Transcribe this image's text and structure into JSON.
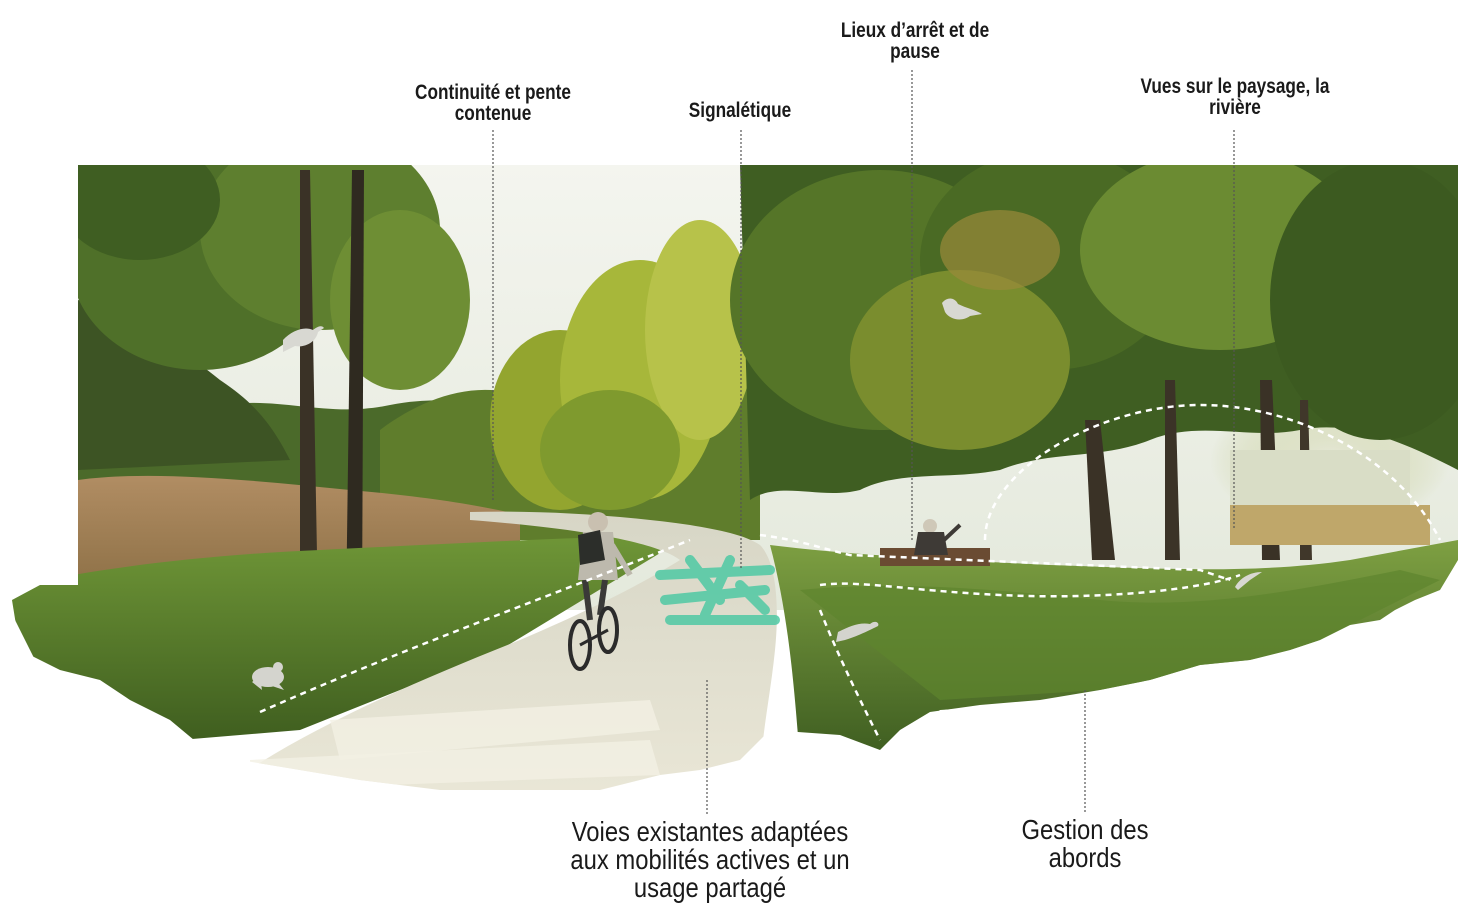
{
  "annotations": {
    "continuite": "Continuité et pente\ncontenue",
    "signaletique": "Signalétique",
    "lieux": "Lieux d’arrêt et de\npause",
    "vues": "Vues sur le paysage, la\nrivière",
    "voies": "Voies existantes adaptées\naux mobilités actives et un\nusage partagé",
    "gestion": "Gestion des\nabords"
  },
  "colors": {
    "sky": "#eef1ea",
    "foliage_dark": "#2f4a1e",
    "foliage_mid": "#5f7d2c",
    "foliage_light": "#a7b73a",
    "field": "#a9865c",
    "grass": "#6f9637",
    "path": "#dedccd",
    "signage_paint": "#4fc9a4",
    "dashed_line": "#ffffff",
    "leader_line": "#555555",
    "text": "#1a1a1a"
  },
  "icons": [
    "bird-icon",
    "frog-icon",
    "lizard-icon",
    "cyclist-figure",
    "seated-person-figure"
  ]
}
